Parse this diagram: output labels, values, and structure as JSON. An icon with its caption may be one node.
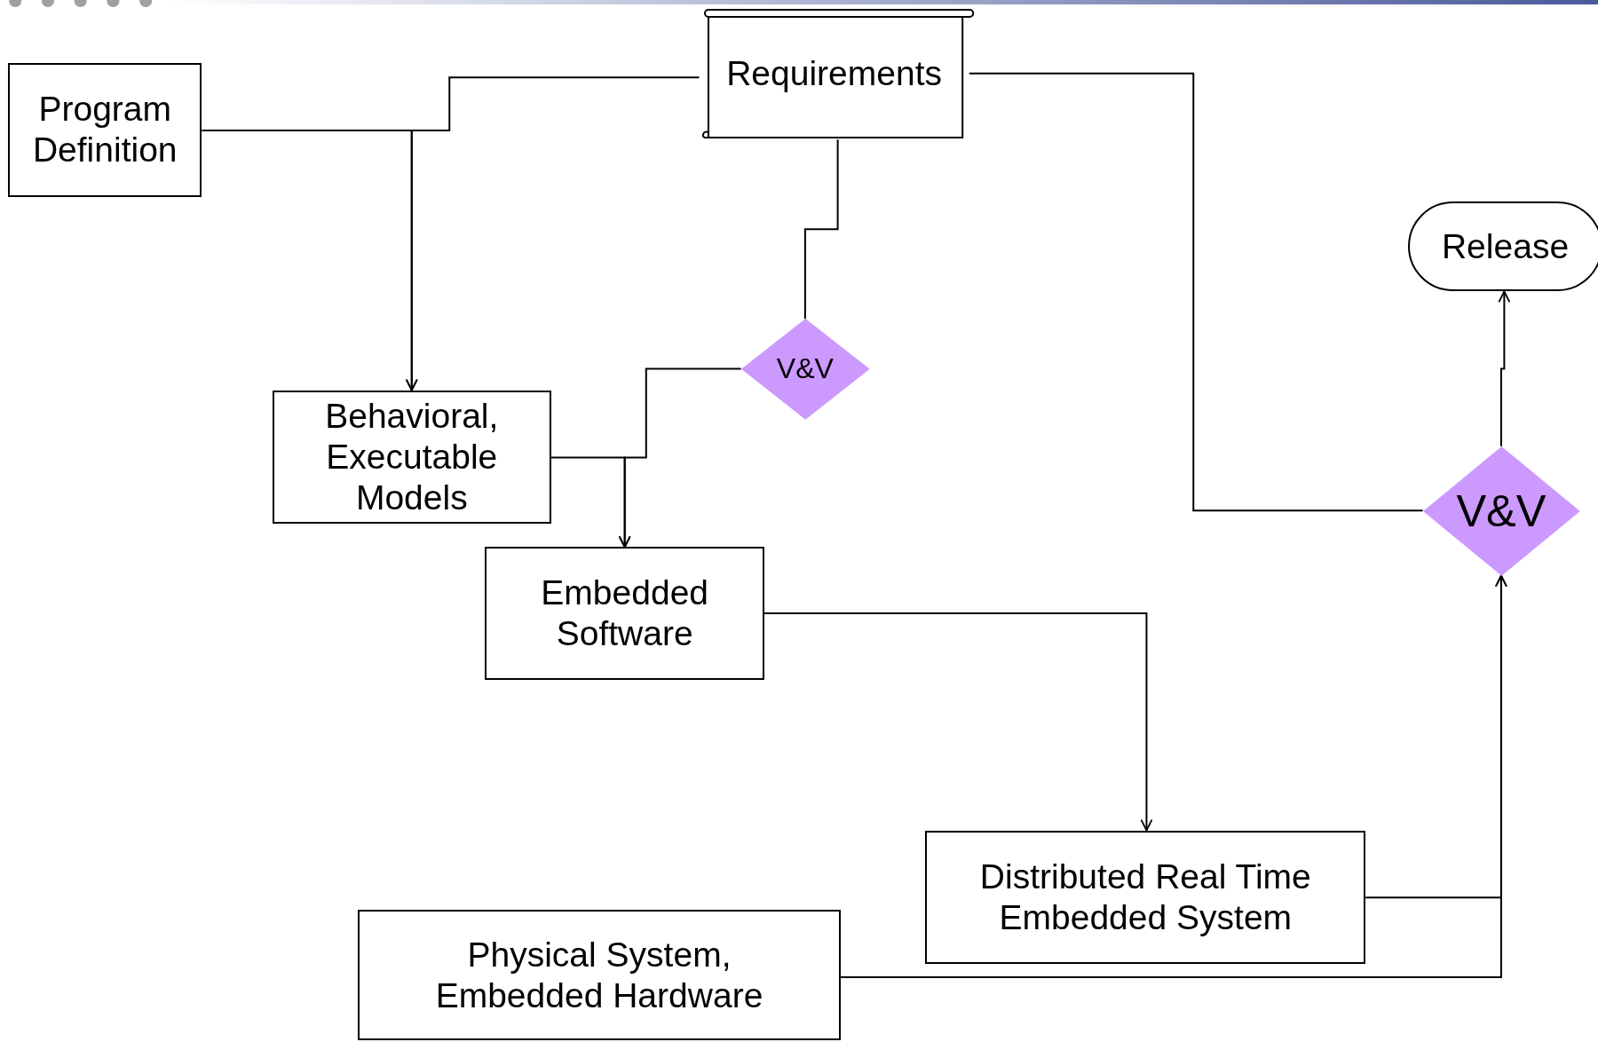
{
  "diagram": {
    "nodes": [
      {
        "text": [
          "Program Definition"
        ]
      },
      {
        "text": [
          "Requirements"
        ]
      },
      {
        "text": [
          "Release"
        ]
      },
      {
        "text": [
          "V&V"
        ]
      },
      {
        "text": [
          "Behavioral, Executable Models"
        ]
      },
      {
        "text": [
          "Embedded Software"
        ]
      },
      {
        "text": [
          "V&V"
        ]
      },
      {
        "text": [
          "Distributed Real Time Embedded System"
        ]
      },
      {
        "text": [
          "Physical System, Embedded Hardware"
        ]
      }
    ],
    "edges": [
      {
        "from": 0,
        "to": 4,
        "arrow": "to"
      },
      {
        "from": 1,
        "to": 4,
        "arrow": "to"
      },
      {
        "from": 1,
        "to": 3,
        "arrow": "none"
      },
      {
        "from": 3,
        "to": 5,
        "arrow": "to"
      },
      {
        "from": 4,
        "to": 5,
        "arrow": "to"
      },
      {
        "from": 1,
        "to": 6,
        "arrow": "none"
      },
      {
        "from": 5,
        "to": 7,
        "arrow": "to"
      },
      {
        "from": 7,
        "to": 6,
        "arrow": "to"
      },
      {
        "from": 8,
        "to": 6,
        "arrow": "to"
      },
      {
        "from": 6,
        "to": 2,
        "arrow": "to"
      }
    ]
  }
}
